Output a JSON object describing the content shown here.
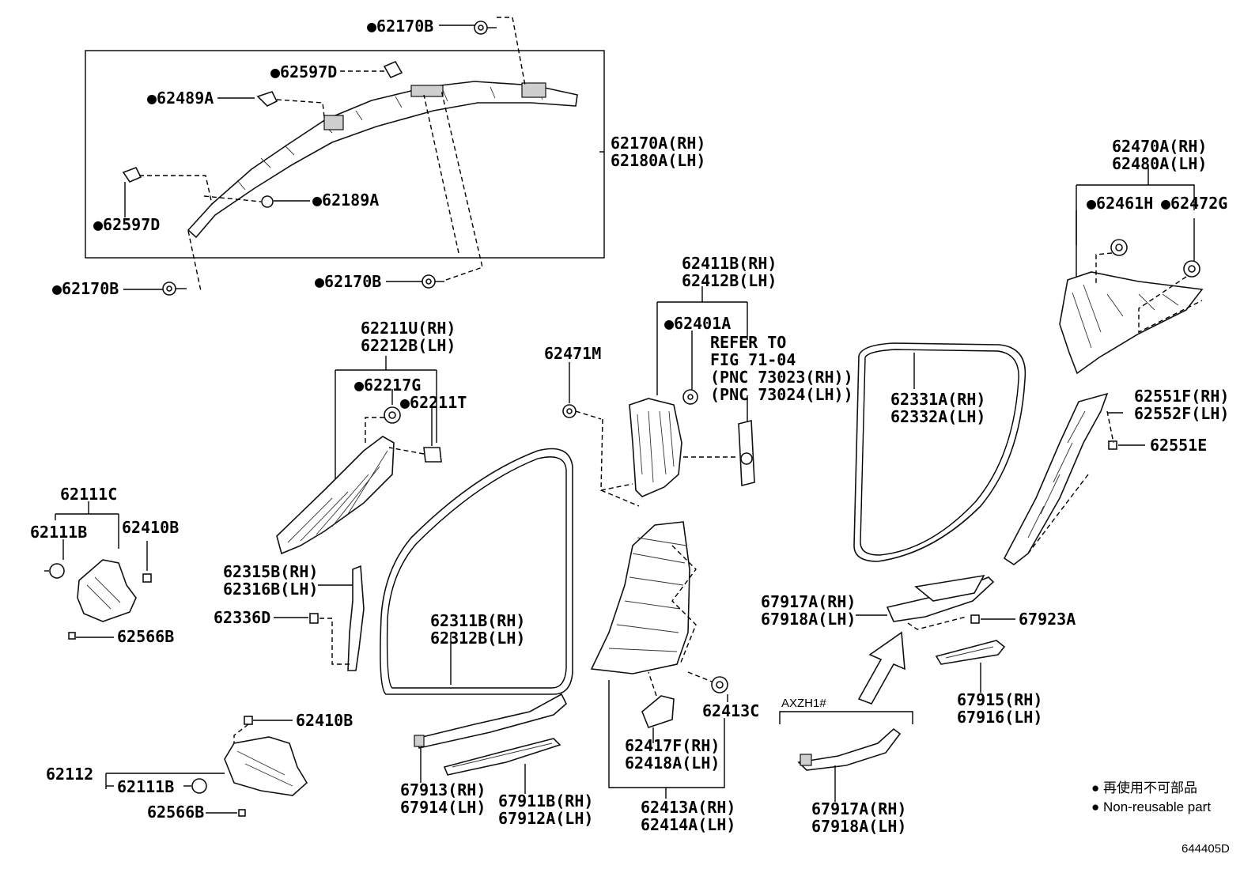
{
  "callouts": {
    "c62170B_top": "●62170B",
    "c62597D_top": "●62597D",
    "c62489A": "●62489A",
    "c62170A": "62170A(RH)",
    "c62180A": "62180A(LH)",
    "c62189A": "●62189A",
    "c62597D_bot": "●62597D",
    "c62170B_left": "●62170B",
    "c62170B_mid": "●62170B",
    "c62470A": "62470A(RH)",
    "c62480A": "62480A(LH)",
    "c62461H": "●62461H",
    "c62472G": "●62472G",
    "c62411B": "62411B(RH)",
    "c62412B": "62412B(LH)",
    "c62401A": "●62401A",
    "refer1": "REFER TO",
    "refer2": "FIG 71-04",
    "refer3": "(PNC 73023(RH))",
    "refer4": "(PNC 73024(LH))",
    "c62211U": "62211U(RH)",
    "c62212B": "62212B(LH)",
    "c62217G": "●62217G",
    "c62211T": "●62211T",
    "c62471M": "62471M",
    "c62331A": "62331A(RH)",
    "c62332A": "62332A(LH)",
    "c62551F": "62551F(RH)",
    "c62552F": "62552F(LH)",
    "c62551E": "62551E",
    "c62111C": "62111C",
    "c62111B": "62111B",
    "c62410B": "62410B",
    "c62566B": "62566B",
    "c62315B": "62315B(RH)",
    "c62316B": "62316B(LH)",
    "c62336D": "62336D",
    "c62311B": "62311B(RH)",
    "c62312B": "62312B(LH)",
    "c67917A_top": "67917A(RH)",
    "c67918A_top": "67918A(LH)",
    "c67923A": "67923A",
    "c62413C": "62413C",
    "axzh": "AXZH1#",
    "c62410B_bot": "62410B",
    "c62112": "62112",
    "c62111B_bot": "62111B",
    "c62566B_bot": "62566B",
    "c67913": "67913(RH)",
    "c67914": "67914(LH)",
    "c67911B": "67911B(RH)",
    "c67912A": "67912A(LH)",
    "c62417F": "62417F(RH)",
    "c62418A": "62418A(LH)",
    "c62413A": "62413A(RH)",
    "c62414A": "62414A(LH)",
    "c67917A_bot": "67917A(RH)",
    "c67918A_bot": "67918A(LH)",
    "c67915": "67915(RH)",
    "c67916": "67916(LH)"
  },
  "legend": {
    "japanese": "● 再使用不可部品",
    "english": "● Non-reusable part"
  },
  "illustration_code": "644405D"
}
